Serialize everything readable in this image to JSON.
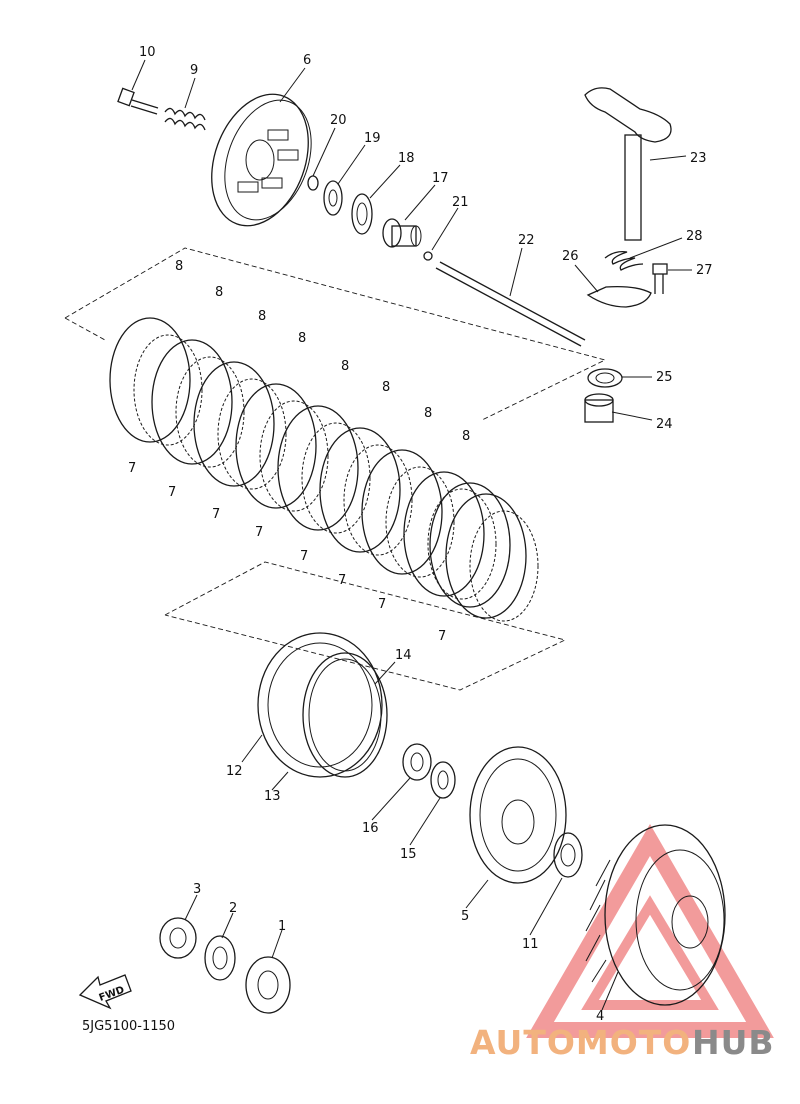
{
  "diagram": {
    "code": "5JG5100-1150",
    "fwd": "FWD",
    "parts": [
      {
        "id": "p1",
        "label": "1"
      },
      {
        "id": "p2",
        "label": "2"
      },
      {
        "id": "p3",
        "label": "3"
      },
      {
        "id": "p4",
        "label": "4"
      },
      {
        "id": "p5",
        "label": "5"
      },
      {
        "id": "p6",
        "label": "6"
      },
      {
        "id": "p7",
        "label": "7"
      },
      {
        "id": "p8",
        "label": "8"
      },
      {
        "id": "p9",
        "label": "9"
      },
      {
        "id": "p10",
        "label": "10"
      },
      {
        "id": "p11",
        "label": "11"
      },
      {
        "id": "p12",
        "label": "12"
      },
      {
        "id": "p13",
        "label": "13"
      },
      {
        "id": "p14",
        "label": "14"
      },
      {
        "id": "p15",
        "label": "15"
      },
      {
        "id": "p16",
        "label": "16"
      },
      {
        "id": "p17",
        "label": "17"
      },
      {
        "id": "p18",
        "label": "18"
      },
      {
        "id": "p19",
        "label": "19"
      },
      {
        "id": "p20",
        "label": "20"
      },
      {
        "id": "p21",
        "label": "21"
      },
      {
        "id": "p22",
        "label": "22"
      },
      {
        "id": "p23",
        "label": "23"
      },
      {
        "id": "p24",
        "label": "24"
      },
      {
        "id": "p25",
        "label": "25"
      },
      {
        "id": "p26",
        "label": "26"
      },
      {
        "id": "p27",
        "label": "27"
      },
      {
        "id": "p28",
        "label": "28"
      }
    ]
  },
  "watermark": {
    "text_a": "AUTOMOTO",
    "text_b": "HUB",
    "color_a": "#f2b27e",
    "color_b": "#8a8a8a",
    "triangle_color": "#e84a4a"
  }
}
